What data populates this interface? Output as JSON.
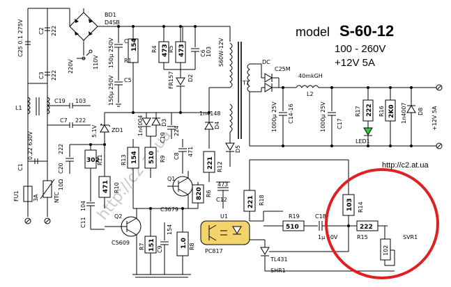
{
  "header": {
    "model_label": "model",
    "model_name": "S-60-12",
    "input_range": "100 - 260V",
    "output_spec": "+12V  5A"
  },
  "url": "http://c2.at.ua",
  "watermark": "http://c2.at.ua",
  "colors": {
    "wire": "#000000",
    "led": "#2ecc40",
    "optocoupler": "#f3d36b",
    "highlight_circle": "#e02020"
  },
  "labels": {
    "bd1": "BD1",
    "bd1_type": "D4SB",
    "c25": "C25 0.1 275V",
    "c2": "C2",
    "c2_val": "222",
    "c3": "C3",
    "c3_val": "222",
    "sw_220": "220V",
    "sw_110": "110V",
    "c4": "C4",
    "c4_val": "150μ 250V",
    "c5": "C5",
    "c5_val": "150μ 250V",
    "r1": "R1",
    "r1_val": "154",
    "r4": "R4",
    "r4_val": "473",
    "r5": "R5",
    "r5_val": "473",
    "c6": "C6",
    "c6_val": "103",
    "fr157": "FR157",
    "d2": "D2",
    "trafo_type": "S60W-12V",
    "dc": "DC",
    "c25m": "C25M",
    "t1": "T1",
    "l2": "L2",
    "l2_val": "40mkGH",
    "l1": "L1",
    "c19": "C19",
    "c19_val": "103",
    "c7": "C7",
    "c7_val": "222",
    "zd1": "ZD1",
    "zd1_val": "5.1V",
    "d1n4004": "1n4004",
    "d3": "D3",
    "c10": "C10",
    "c10_val": "224",
    "d4_type": "1n4148",
    "d4": "D4",
    "d5": "D5",
    "c14": "C14-16",
    "c14_val": "1000μ 25V",
    "c17": "C17",
    "c17_val": "1000μ 25V",
    "r17": "R17",
    "r17_val": "222",
    "r16": "R16",
    "r16_val": "2K0",
    "d1n4007": "1n4007",
    "d8": "D8",
    "out_label": "+12V 5A",
    "led1": "LED1",
    "c1": "C1",
    "c1_val": "0.22 630V",
    "c20": "C20",
    "c20_val": "222",
    "r11": "R11",
    "r11_val": "302",
    "r13": "R13",
    "r13_val": "154",
    "r9": "R9",
    "r9_val": "510",
    "c8": "C8",
    "c8_val": "471",
    "r12": "R12",
    "r12_val": "221",
    "q1": "Q1",
    "q1_type": "C3679",
    "r6": "R6",
    "r6_val": "820",
    "c12": "C12",
    "c12_val": "473",
    "r18": "R18",
    "r18_val": "221",
    "fu1": "FU1",
    "fu1_val": "3A",
    "ntc": "NTC",
    "ntc_val": "10Ω",
    "r10": "R10",
    "r10_val": "471",
    "c11": "C11",
    "c11_val": "104",
    "q2": "Q2",
    "q2_type": "C5609",
    "r7": "R7",
    "r7_val": "151",
    "c9": "C9",
    "c9_val": "154",
    "r8": "R8",
    "r8_val": "1.0",
    "u1": "U1",
    "u1_type": "PC817",
    "r19": "R19",
    "r19_val": "510",
    "c18": "C18",
    "c18_val": "1μ 50V",
    "r14": "R14",
    "r14_val": "103",
    "r15": "R15",
    "r15_val": "222",
    "svr1": "SVR1",
    "svr1_val": "102",
    "tl431": "TL431",
    "shr1": "SHR1"
  }
}
